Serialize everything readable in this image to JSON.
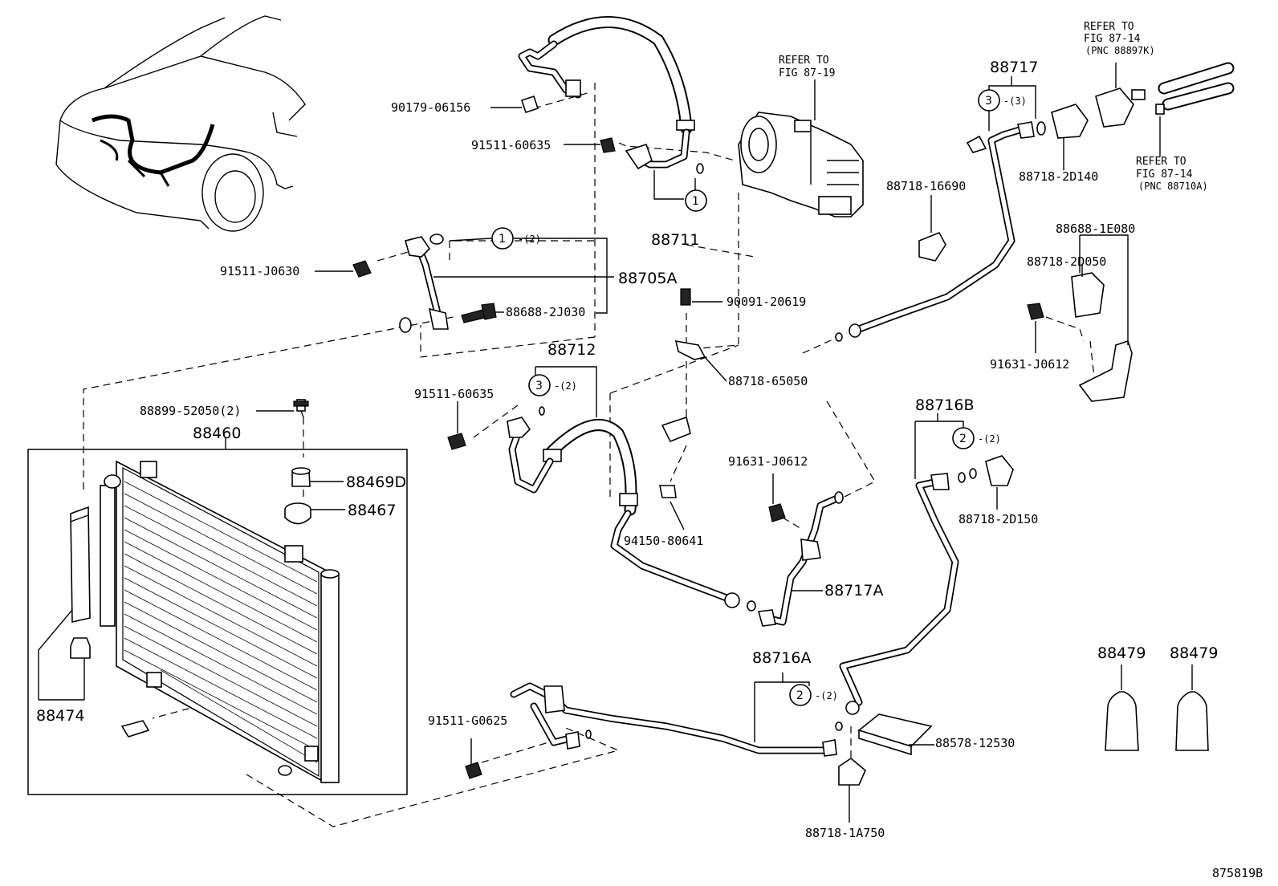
{
  "diagram": {
    "figure_id": "875819B",
    "labels": {
      "p_88711": "88711",
      "p_88705A": "88705A",
      "p_88712": "88712",
      "p_88717": "88717",
      "p_88716B": "88716B",
      "p_88716A": "88716A",
      "p_88717A": "88717A",
      "p_88460": "88460",
      "p_88469D": "88469D",
      "p_88467": "88467",
      "p_88474": "88474",
      "p_88479_a": "88479",
      "p_88479_b": "88479",
      "b_90179_06156": "90179-06156",
      "b_91511_60635_top": "91511-60635",
      "b_91511_J0630": "91511-J0630",
      "b_88688_2J030": "88688-2J030",
      "b_90091_20619": "90091-20619",
      "b_88718_65050": "88718-65050",
      "b_91511_60635_mid": "91511-60635",
      "b_88899_52050": "88899-52050(2)",
      "b_94150_80641": "94150-80641",
      "b_91631_J0612_mid": "91631-J0612",
      "b_88718_16690": "88718-16690",
      "b_88718_2D140": "88718-2D140",
      "b_88688_1E080": "88688-1E080",
      "b_88718_2D050": "88718-2D050",
      "b_91631_J0612_right": "91631-J0612",
      "b_88718_2D150": "88718-2D150",
      "b_91511_G0625": "91511-G0625",
      "b_88578_12530": "88578-12530",
      "b_88718_1A750": "88718-1A750"
    },
    "refs": {
      "r1_line1": "REFER TO",
      "r1_line2": "FIG 87-19",
      "r2_line1": "REFER TO",
      "r2_line2": "FIG 87-14",
      "r2_line3": "(PNC 88897K)",
      "r3_line1": "REFER TO",
      "r3_line2": "FIG 87-14",
      "r3_line3": "(PNC 88710A)"
    },
    "callouts": {
      "c1_top": "1",
      "c1_mid": "1",
      "c1_mid_qty": "-(2)",
      "c3_mid": "3",
      "c3_mid_qty": "-(2)",
      "c3_top": "3",
      "c3_top_qty": "-(3)",
      "c2_right": "2",
      "c2_right_qty": "-(2)",
      "c2_bottom": "2",
      "c2_bottom_qty": "-(2)"
    }
  }
}
